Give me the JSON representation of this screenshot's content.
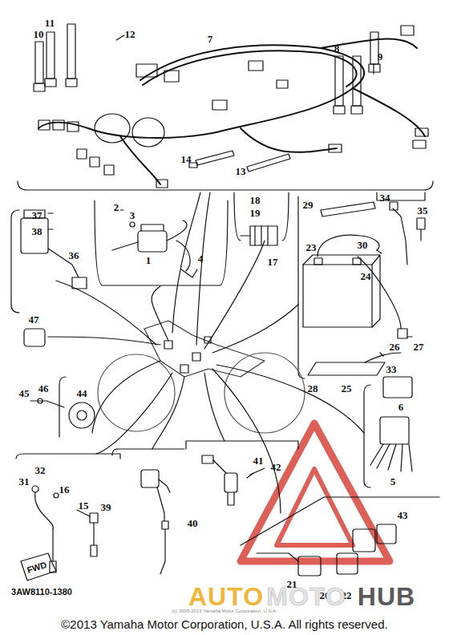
{
  "diagram": {
    "caption": "©2013 Yamaha Motor Corporation, U.S.A. All rights reserved.",
    "labels": [
      "11",
      "12",
      "10",
      "7",
      "8",
      "9",
      "14",
      "13",
      "34",
      "2",
      "18",
      "29",
      "35",
      "37",
      "3",
      "19",
      "38",
      "30",
      "23",
      "36",
      "1",
      "4",
      "17",
      "24",
      "47",
      "26",
      "27",
      "33",
      "28",
      "25",
      "46",
      "45",
      "44",
      "6",
      "41",
      "5",
      "42",
      "32",
      "31",
      "16",
      "15",
      "39",
      "43",
      "40",
      "FWD",
      "21",
      "20",
      "22",
      "3AW8110-1380",
      "AUTO",
      "MOTO",
      "HUB",
      "(c) 2005-2013 Yamaha Motor Corporation, U.S.A."
    ]
  }
}
